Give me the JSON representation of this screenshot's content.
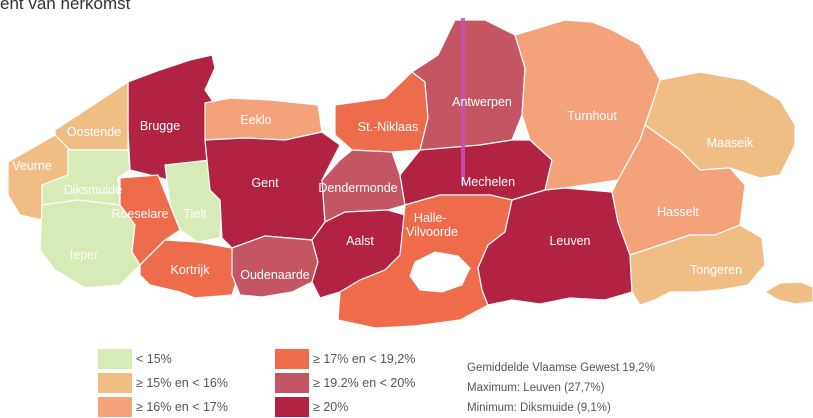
{
  "title": "ent van herkomst",
  "colors": {
    "lt15": "#d7ebb7",
    "15to16": "#f0bd84",
    "16to17": "#f4a27a",
    "17to19_2": "#ee6c4b",
    "19_2to20": "#c45562",
    "ge20": "#b22243",
    "highlight_line": "#c94fb8"
  },
  "regions": [
    {
      "name": "Brugge",
      "category": "ge20"
    },
    {
      "name": "Oostende",
      "category": "15to16"
    },
    {
      "name": "Veurne",
      "category": "15to16"
    },
    {
      "name": "Diksmuide",
      "category": "lt15"
    },
    {
      "name": "Ieper",
      "category": "lt15"
    },
    {
      "name": "Tielt",
      "category": "lt15"
    },
    {
      "name": "Roeselare",
      "category": "17to19_2"
    },
    {
      "name": "Kortrijk",
      "category": "17to19_2"
    },
    {
      "name": "Eeklo",
      "category": "16to17"
    },
    {
      "name": "Gent",
      "category": "ge20"
    },
    {
      "name": "Oudenaarde",
      "category": "19_2to20"
    },
    {
      "name": "St.-Niklaas",
      "category": "17to19_2"
    },
    {
      "name": "Dendermonde",
      "category": "19_2to20"
    },
    {
      "name": "Aalst",
      "category": "ge20"
    },
    {
      "name": "Antwerpen",
      "category": "19_2to20"
    },
    {
      "name": "Mechelen",
      "category": "ge20"
    },
    {
      "name": "Halle-Vilvoorde",
      "category": "17to19_2"
    },
    {
      "name": "Leuven",
      "category": "ge20"
    },
    {
      "name": "Turnhout",
      "category": "16to17"
    },
    {
      "name": "Maaseik",
      "category": "15to16"
    },
    {
      "name": "Hasselt",
      "category": "16to17"
    },
    {
      "name": "Tongeren",
      "category": "15to16"
    }
  ],
  "legend": [
    {
      "key": "lt15",
      "label": "< 15%"
    },
    {
      "key": "15to16",
      "label": "≥ 15% en < 16%"
    },
    {
      "key": "16to17",
      "label": "≥ 16% en < 17%"
    },
    {
      "key": "17to19_2",
      "label": "≥ 17% en < 19,2%"
    },
    {
      "key": "19_2to20",
      "label": "≥ 19.2% en < 20%"
    },
    {
      "key": "ge20",
      "label": "≥ 20%"
    }
  ],
  "stats": {
    "average": "Gemiddelde Vlaamse Gewest 19,2%",
    "maximum": "Maximum: Leuven (27,7%)",
    "minimum": "Minimum: Diksmuide (9,1%)"
  }
}
